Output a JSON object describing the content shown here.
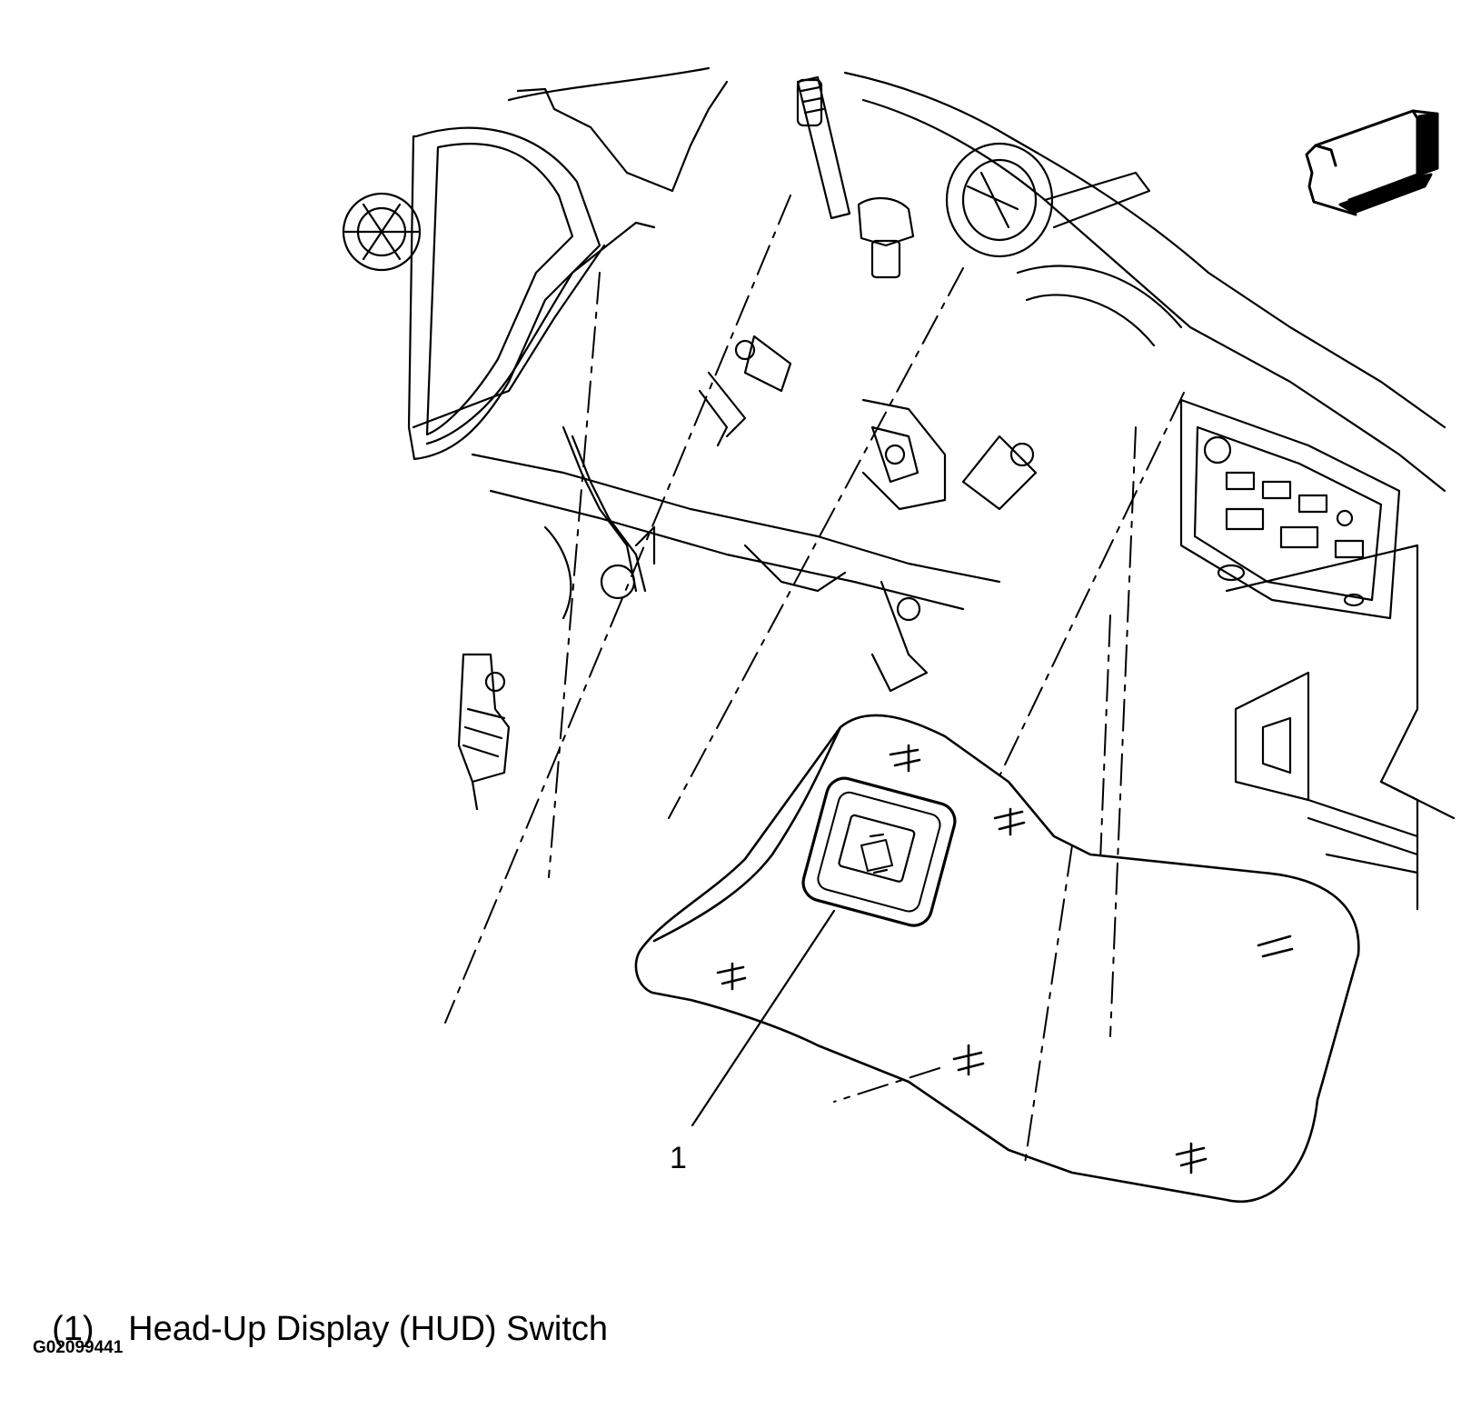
{
  "diagram": {
    "callouts": [
      {
        "number": "1"
      }
    ]
  },
  "legend": {
    "items": [
      {
        "number": "(1)",
        "label": "Head-Up Display (HUD) Switch"
      }
    ]
  },
  "figure_id": "G02099441",
  "icons": {
    "direction": "forward-arrow-icon"
  },
  "colors": {
    "line": "#000000",
    "background": "#ffffff"
  }
}
